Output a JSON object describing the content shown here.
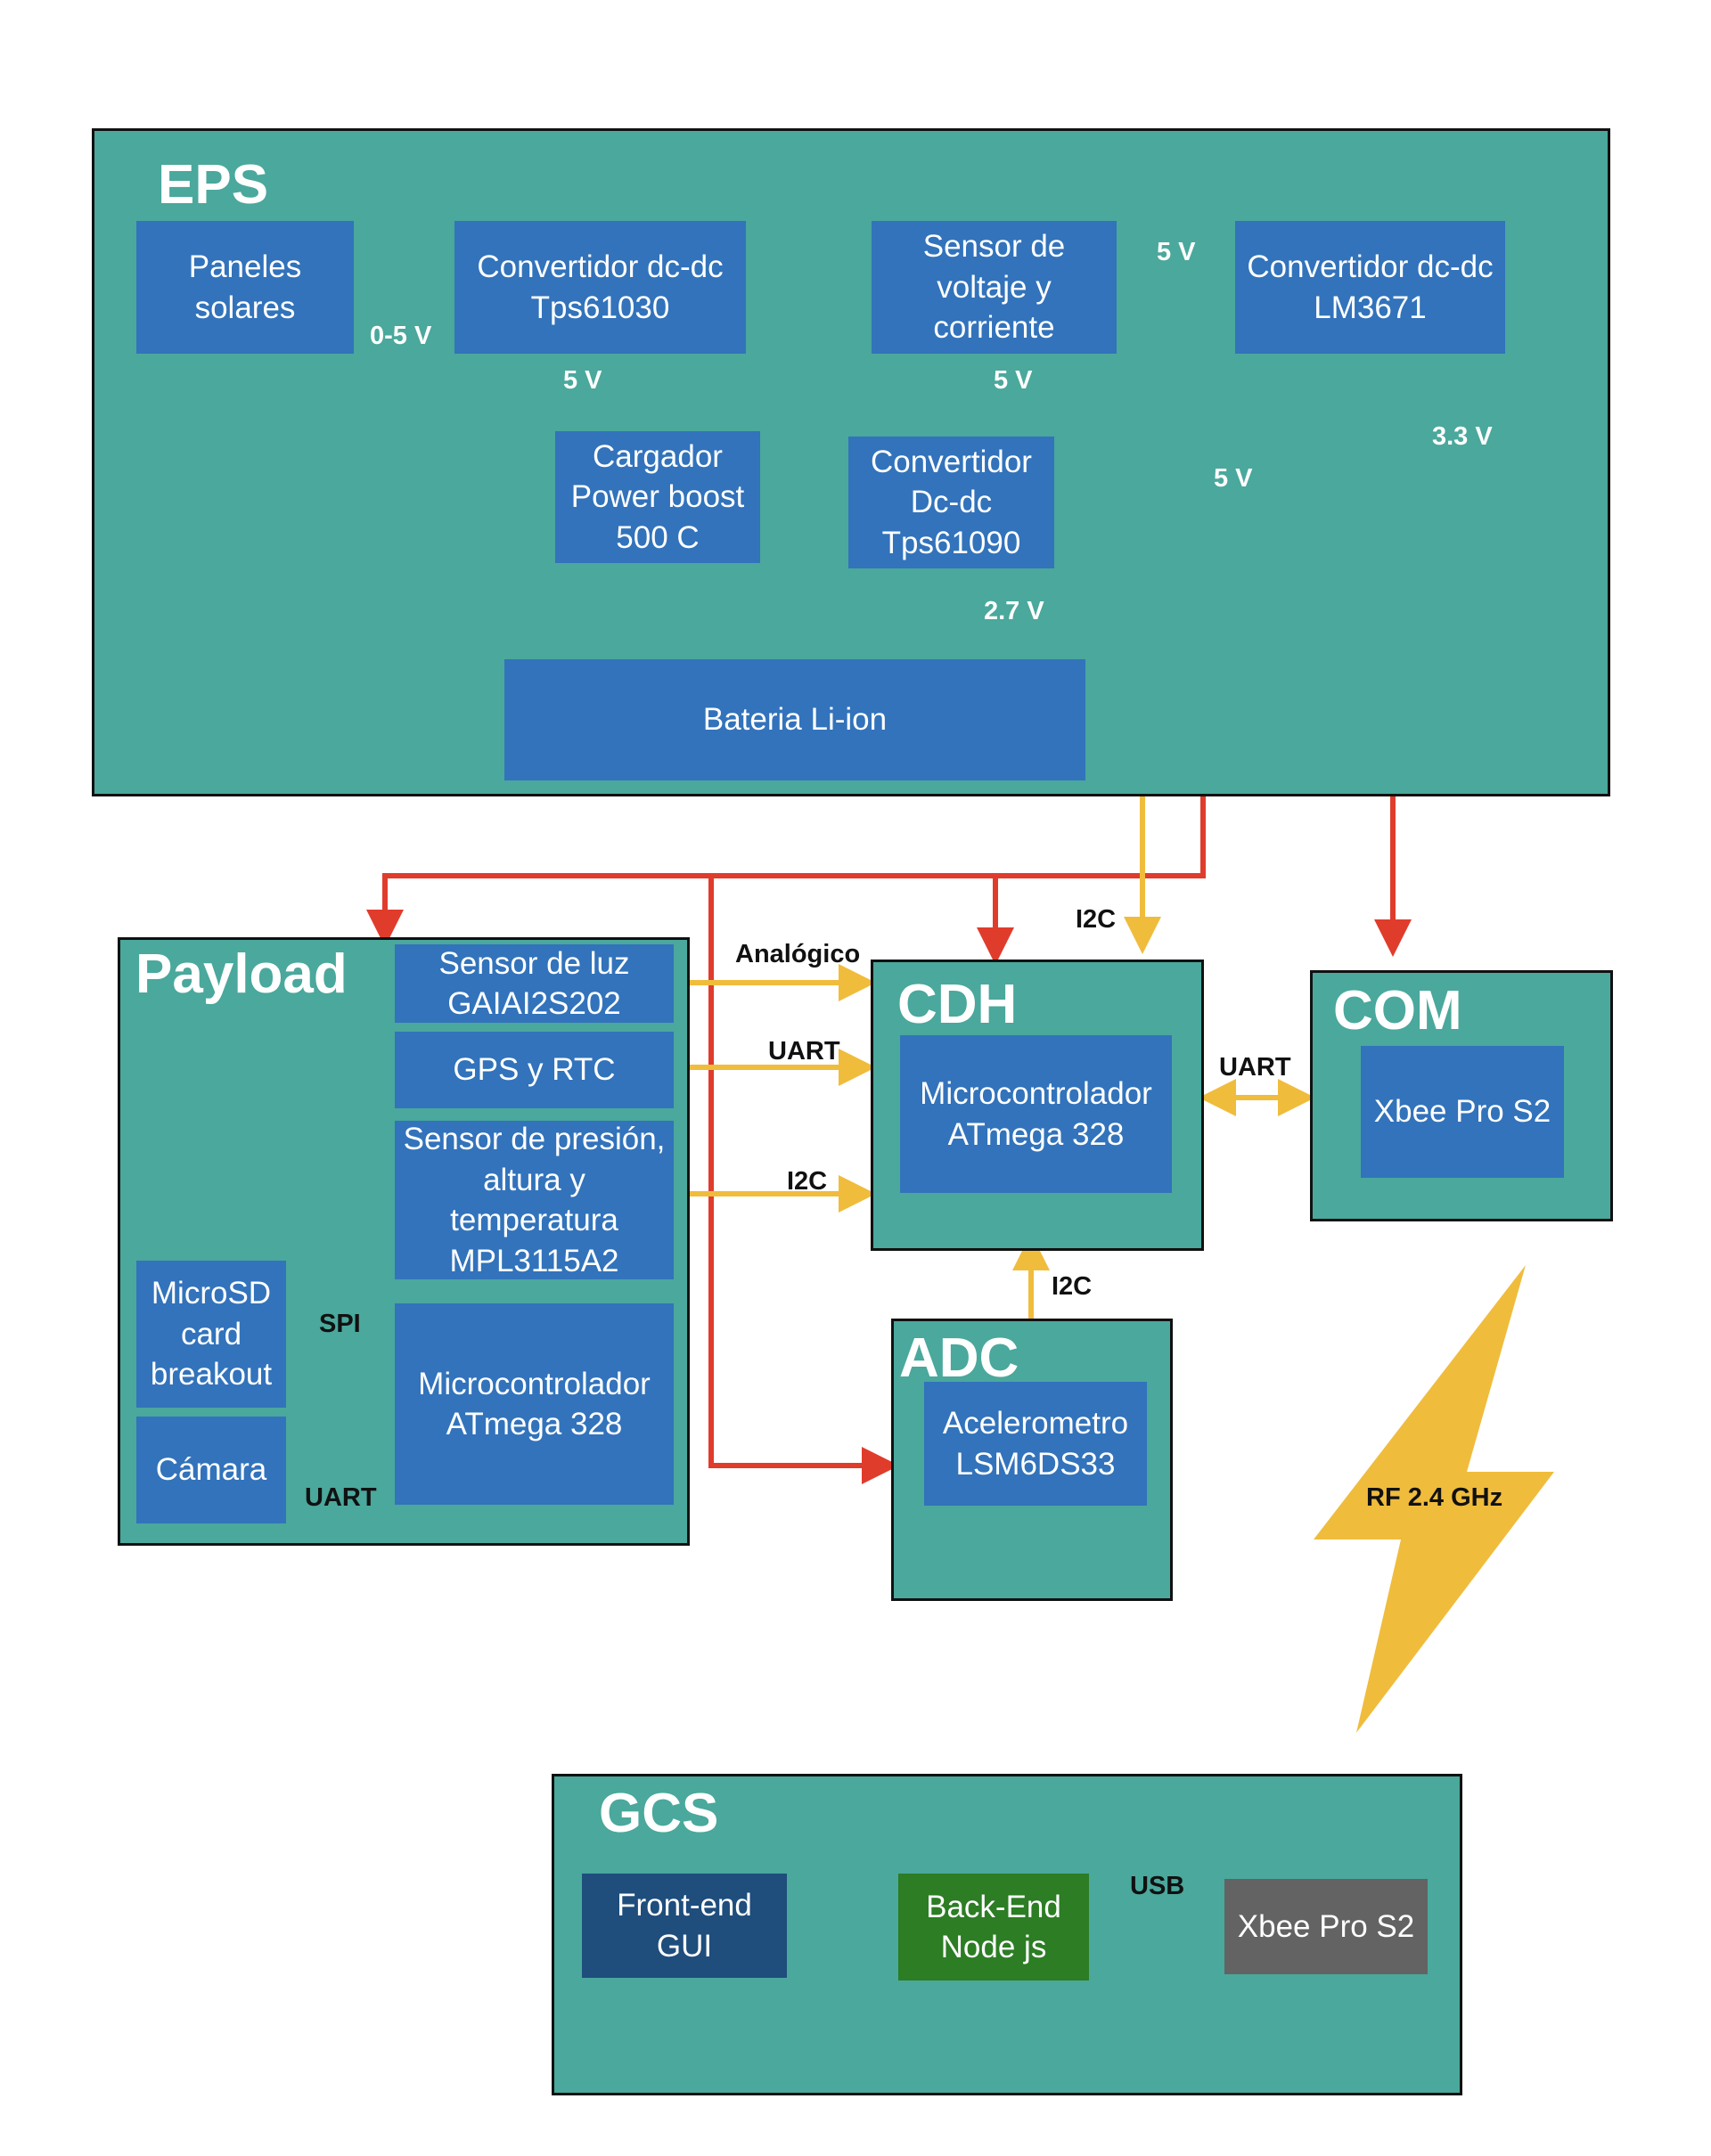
{
  "colors": {
    "panel": "#4aa89c",
    "block": "#3273bb",
    "power_line": "#e03c2c",
    "data_line": "#f0bc3c",
    "front_end": "#1f4d7c",
    "back_end": "#2c7d24",
    "xbee_gcs": "#636363",
    "rf_bolt": "#f0bc3c"
  },
  "eps": {
    "title": "EPS",
    "paneles": "Paneles\nsolares",
    "conv_tps61030": "Convertidor dc-dc\nTps61030",
    "cargador": "Cargador\nPower boost\n500 C",
    "bateria": "Bateria Li-ion",
    "conv_tps61090": "Convertidor\nDc-dc\nTps61090",
    "sensor_vi": "Sensor de\nvoltaje y\ncorriente",
    "conv_lm3671": "Convertidor dc-dc\nLM3671",
    "lbl_0_5v": "0-5 V",
    "lbl_5v_a": "5 V",
    "lbl_5v_b": "5 V",
    "lbl_5v_c": "5 V",
    "lbl_5v_d": "5 V",
    "lbl_2_7v": "2.7 V",
    "lbl_3_3v": "3.3 V"
  },
  "payload": {
    "title": "Payload",
    "sensor_luz": "Sensor de luz\nGAIAI2S202",
    "gps": "GPS y RTC",
    "sensor_presion": "Sensor de presión,\naltura y\ntemperatura\nMPL3115A2",
    "microsd": "MicroSD\ncard\nbreakout",
    "camara": "Cámara",
    "micro": "Microcontrolador\nATmega 328",
    "lbl_spi": "SPI",
    "lbl_uart": "UART"
  },
  "cdh": {
    "title": "CDH",
    "micro": "Microcontrolador\nATmega 328",
    "lbl_analogico": "Analógico",
    "lbl_uart": "UART",
    "lbl_i2c_in": "I2C",
    "lbl_i2c_top": "I2C"
  },
  "com": {
    "title": "COM",
    "xbee": "Xbee Pro S2",
    "lbl_uart": "UART"
  },
  "adc": {
    "title": "ADC",
    "acel": "Acelerometro\nLSM6DS33",
    "lbl_i2c": "I2C"
  },
  "rf": {
    "label": "RF 2.4 GHz",
    "icon": "lightning-bolt-icon"
  },
  "gcs": {
    "title": "GCS",
    "front_end": "Front-end\nGUI",
    "back_end": "Back-End\nNode js",
    "xbee": "Xbee Pro S2",
    "lbl_usb": "USB"
  }
}
